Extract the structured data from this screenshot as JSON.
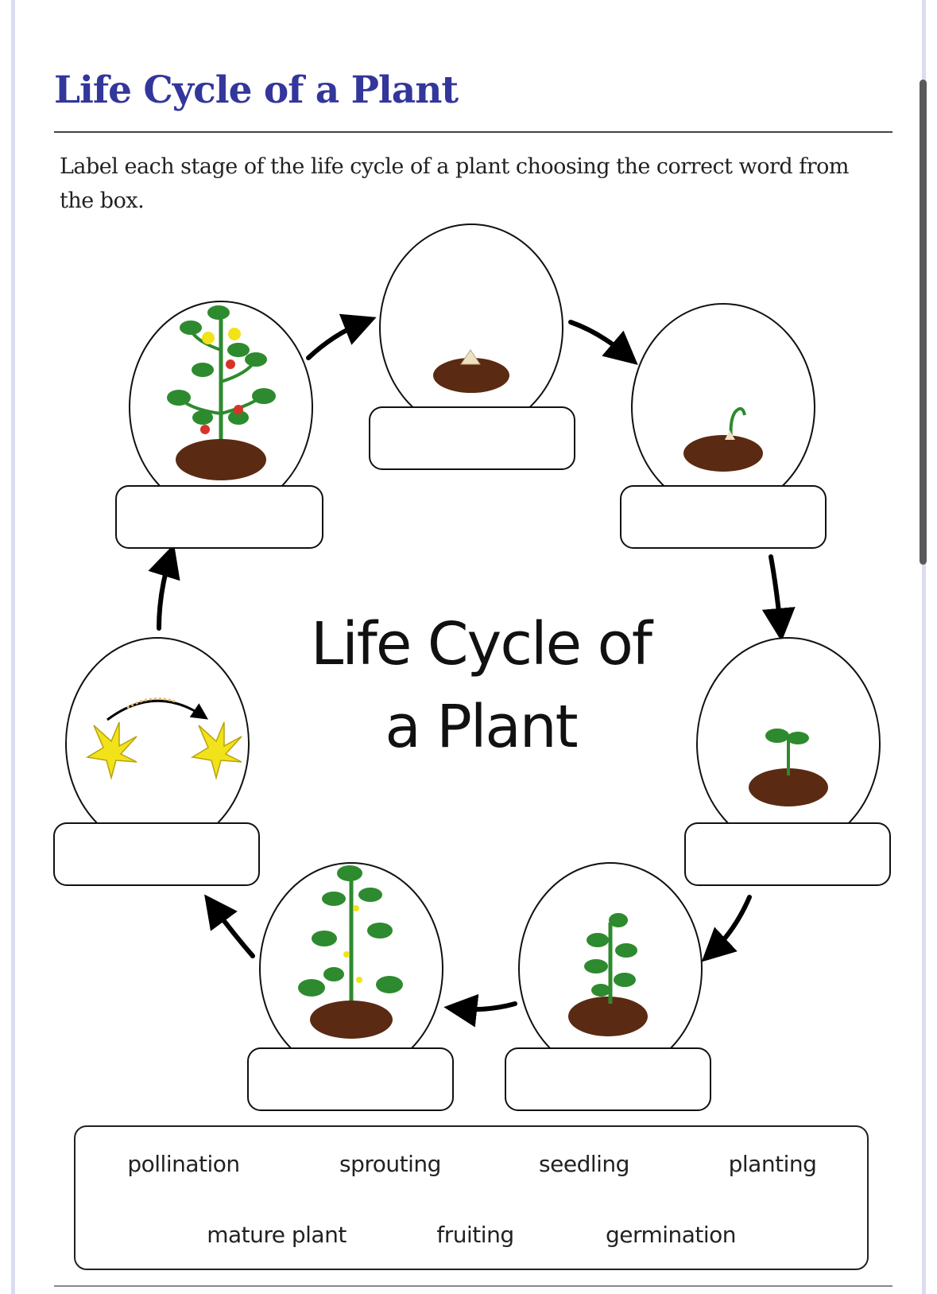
{
  "title": "Life Cycle of a Plant",
  "instructions": "Label each stage of the life cycle of a plant choosing the correct word from the box.",
  "diagram": {
    "center_title_line1": "Life Cycle of",
    "center_title_line2": "a Plant"
  },
  "word_bank": [
    "pollination",
    "sprouting",
    "seedling",
    "planting",
    "mature plant",
    "fruiting",
    "germination"
  ],
  "colors": {
    "title": "#33369a",
    "soil": "#5a2a12",
    "leaf": "#2e8a2e",
    "flower": "#f2e21a"
  }
}
